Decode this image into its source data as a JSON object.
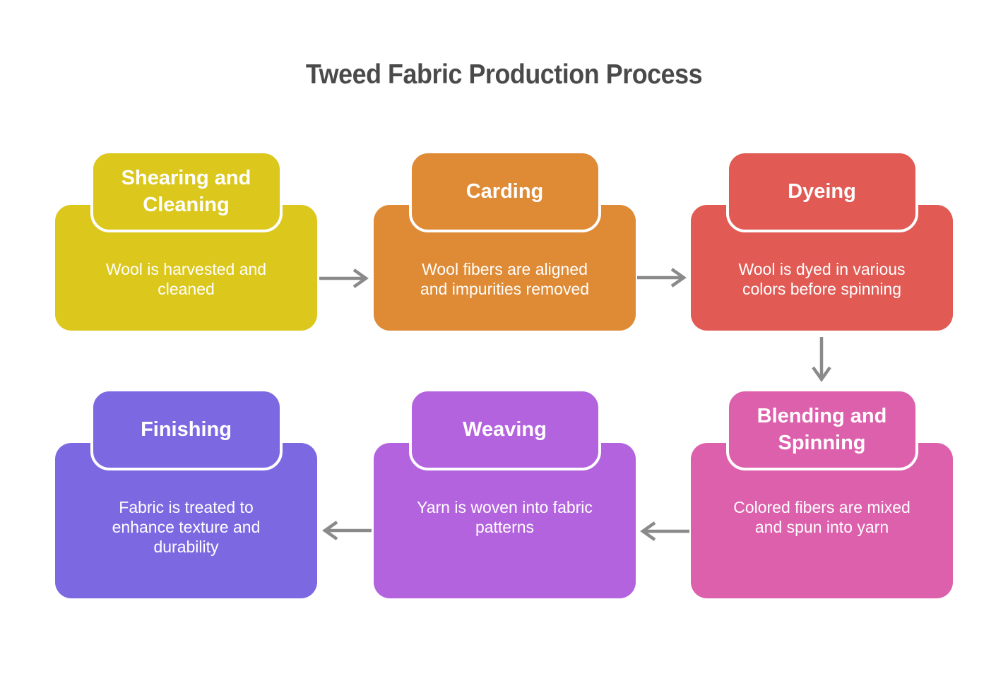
{
  "title": {
    "text": "Tweed Fabric Production Process",
    "color": "#4A4A4A"
  },
  "diagram": {
    "arrow_color": "#8A8A8A",
    "nodes": [
      {
        "label": "Shearing and Cleaning",
        "description": "Wool is harvested and cleaned",
        "color": "#DCC71C"
      },
      {
        "label": "Carding",
        "description": "Wool fibers are aligned and impurities removed",
        "color": "#DF8A35"
      },
      {
        "label": "Dyeing",
        "description": "Wool is dyed in various colors before spinning",
        "color": "#E15A54"
      },
      {
        "label": "Blending and Spinning",
        "description": "Colored fibers are mixed and spun into yarn",
        "color": "#DD60AC"
      },
      {
        "label": "Weaving",
        "description": "Yarn is woven into fabric patterns",
        "color": "#B463DF"
      },
      {
        "label": "Finishing",
        "description": "Fabric is treated to enhance texture and durability",
        "color": "#7C69E1"
      }
    ],
    "arrows": [
      {
        "from": "Shearing and Cleaning",
        "to": "Carding",
        "direction": "right"
      },
      {
        "from": "Carding",
        "to": "Dyeing",
        "direction": "right"
      },
      {
        "from": "Dyeing",
        "to": "Blending and Spinning",
        "direction": "down"
      },
      {
        "from": "Blending and Spinning",
        "to": "Weaving",
        "direction": "left"
      },
      {
        "from": "Weaving",
        "to": "Finishing",
        "direction": "left"
      }
    ]
  }
}
